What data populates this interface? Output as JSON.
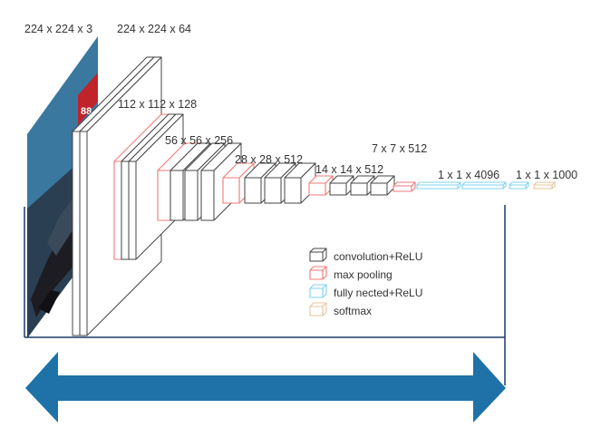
{
  "diagram": {
    "input_label": "224 x 224 x 3",
    "stages": [
      {
        "label": "224 x 224 x 64",
        "type": "conv"
      },
      {
        "label": "112 x 112 x 128",
        "type": "conv"
      },
      {
        "label": "56 x 56 x 256",
        "type": "conv"
      },
      {
        "label": "28 x 28 x 512",
        "type": "conv"
      },
      {
        "label": "14 x 14 x 512",
        "type": "conv"
      },
      {
        "label": "7 x 7 x 512",
        "type": "pool"
      },
      {
        "label": "1 x 1 x 4096",
        "type": "fc"
      },
      {
        "label": "1 x 1 x 1000",
        "type": "softmax"
      }
    ],
    "legend": [
      {
        "type": "conv",
        "label": "convolution+ReLU",
        "color": "#444444"
      },
      {
        "type": "pool",
        "label": "max pooling",
        "color": "#f07a7a"
      },
      {
        "type": "fc",
        "label": "fully nected+ReLU",
        "color": "#7fd3ef"
      },
      {
        "type": "softmax",
        "label": "softmax",
        "color": "#e8c49a"
      }
    ],
    "colors": {
      "conv": "#444444",
      "pool": "#f07a7a",
      "fc": "#7fd3ef",
      "softmax": "#e8c49a",
      "arrow": "#1f72a8",
      "bracket": "#1a3a66"
    },
    "icons": [
      "car-image",
      "double-headed-arrow"
    ]
  }
}
